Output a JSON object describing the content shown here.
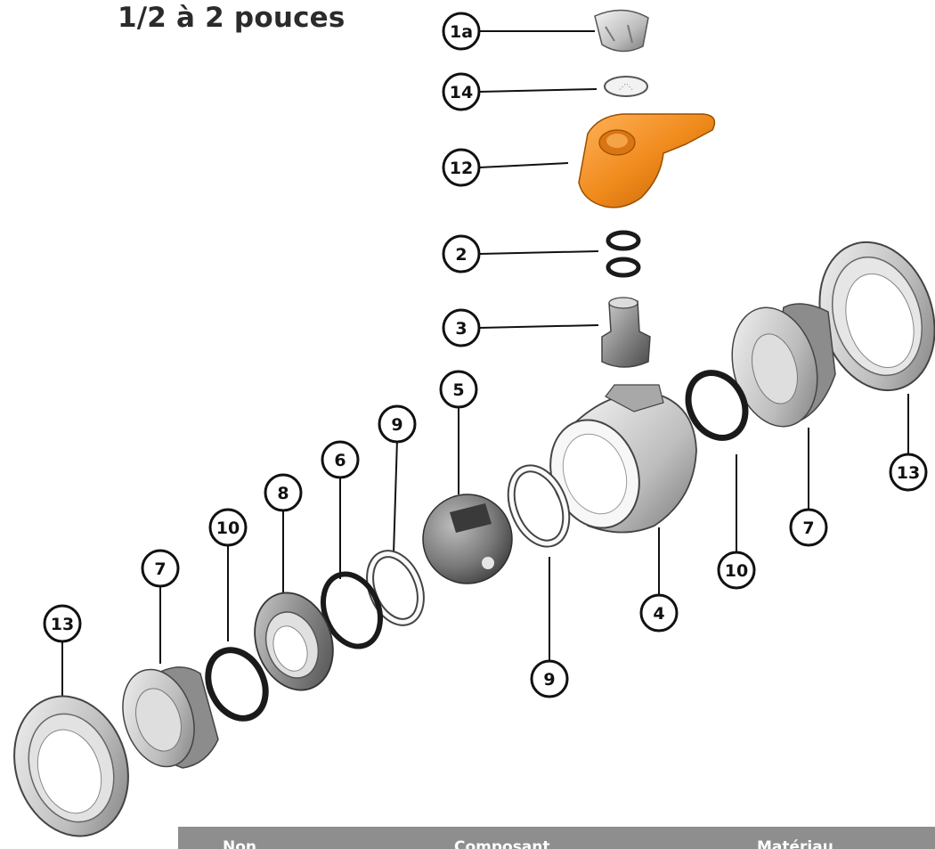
{
  "title": "1/2 à 2 pouces",
  "callouts": {
    "c1a": "1a",
    "c14": "14",
    "c12": "12",
    "c2": "2",
    "c3": "3",
    "c5": "5",
    "c9_left": "9",
    "c6": "6",
    "c8": "8",
    "c10_left": "10",
    "c7_left": "7",
    "c13_left": "13",
    "c9_bottom": "9",
    "c4": "4",
    "c10_right": "10",
    "c7_right": "7",
    "c13_right": "13"
  },
  "table": {
    "headers": [
      "Non",
      "Composant",
      "Matériau"
    ],
    "header_bg": "#8e8e8e"
  },
  "colors": {
    "handle": "#f08a1c",
    "part_grey": "#c9c9c9",
    "part_dark": "#6e6e6e",
    "ring_black": "#1a1a1a"
  }
}
